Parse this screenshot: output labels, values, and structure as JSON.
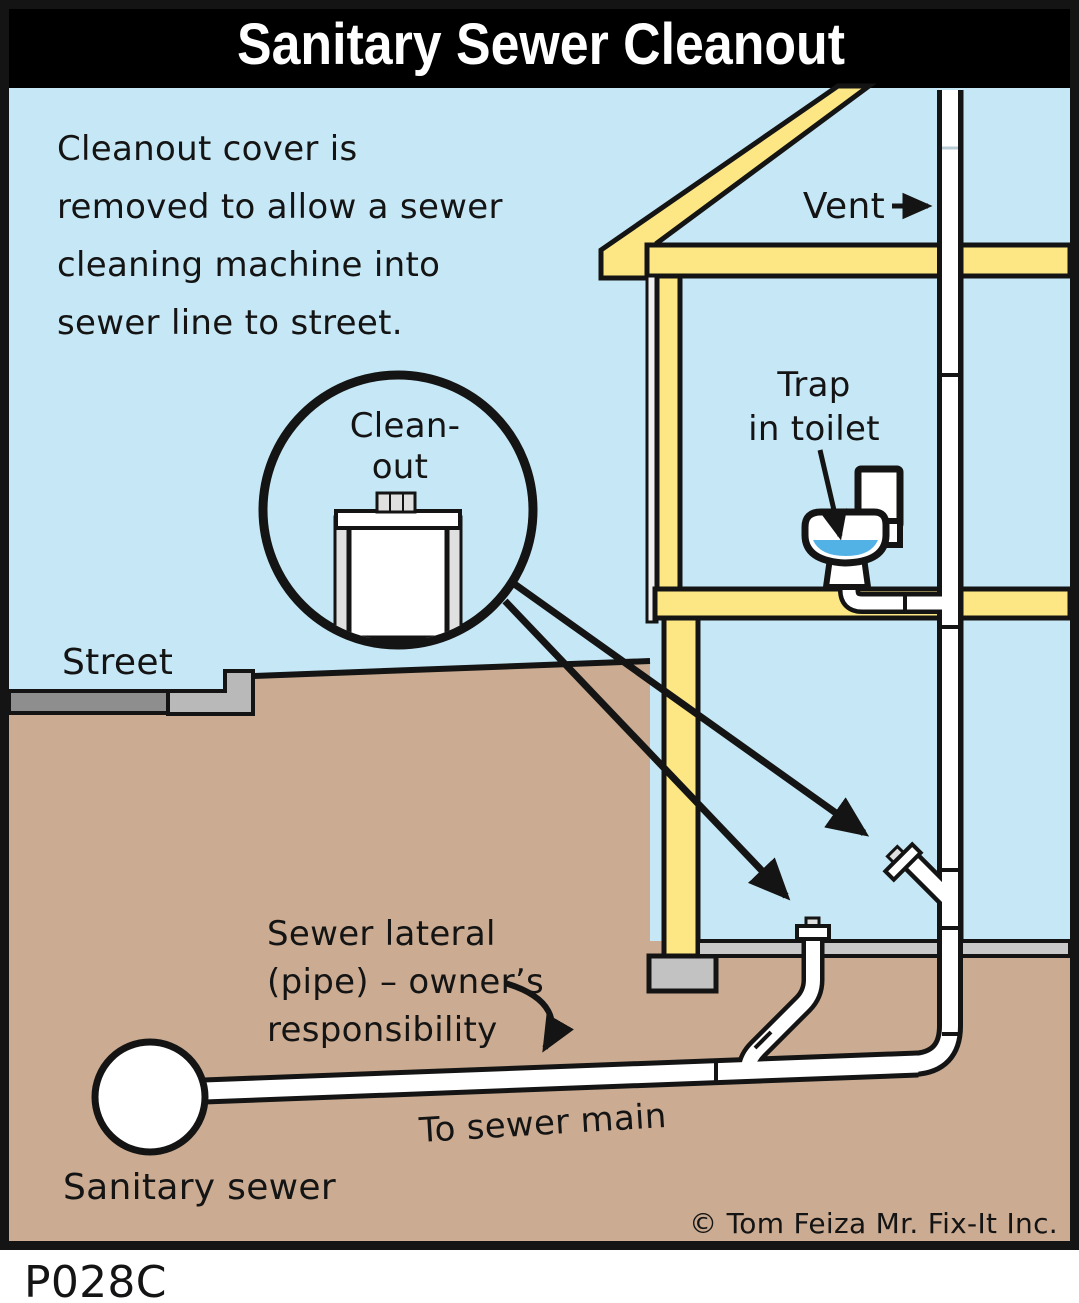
{
  "title_bar": {
    "title": "Sanitary Sewer Cleanout"
  },
  "caption": {
    "lines": [
      "Cleanout cover is",
      "removed to allow a sewer",
      "cleaning machine into",
      "sewer line to street."
    ]
  },
  "labels": {
    "vent": "Vent",
    "trap_line1": "Trap",
    "trap_line2": "in toilet",
    "lens_line1": "Clean-",
    "lens_line2": "out",
    "street": "Street",
    "lateral_line1": "Sewer lateral",
    "lateral_line2": "(pipe) – owner’s",
    "lateral_line3": "responsibility",
    "to_sewer_main": "To sewer main",
    "sanitary_sewer": "Sanitary sewer"
  },
  "footer": {
    "copyright": "© Tom Feiza Mr. Fix-It Inc.",
    "code": "P028C"
  },
  "colors": {
    "sky": "#c6e8f6",
    "wood": "#fde784",
    "ground_tan": "#cbac92",
    "road": "#8e8e8e",
    "curb": "#b9b9b9",
    "slab": "#c9c9c9",
    "footing": "#c2c2c2",
    "siding": "#f0f0f0",
    "water": "#52b2e5",
    "pipe": "#ffffff",
    "fitting_gray": "#e0e0e0",
    "ink": "#141414",
    "title_bg": "#000000",
    "title_text": "#ffffff"
  }
}
